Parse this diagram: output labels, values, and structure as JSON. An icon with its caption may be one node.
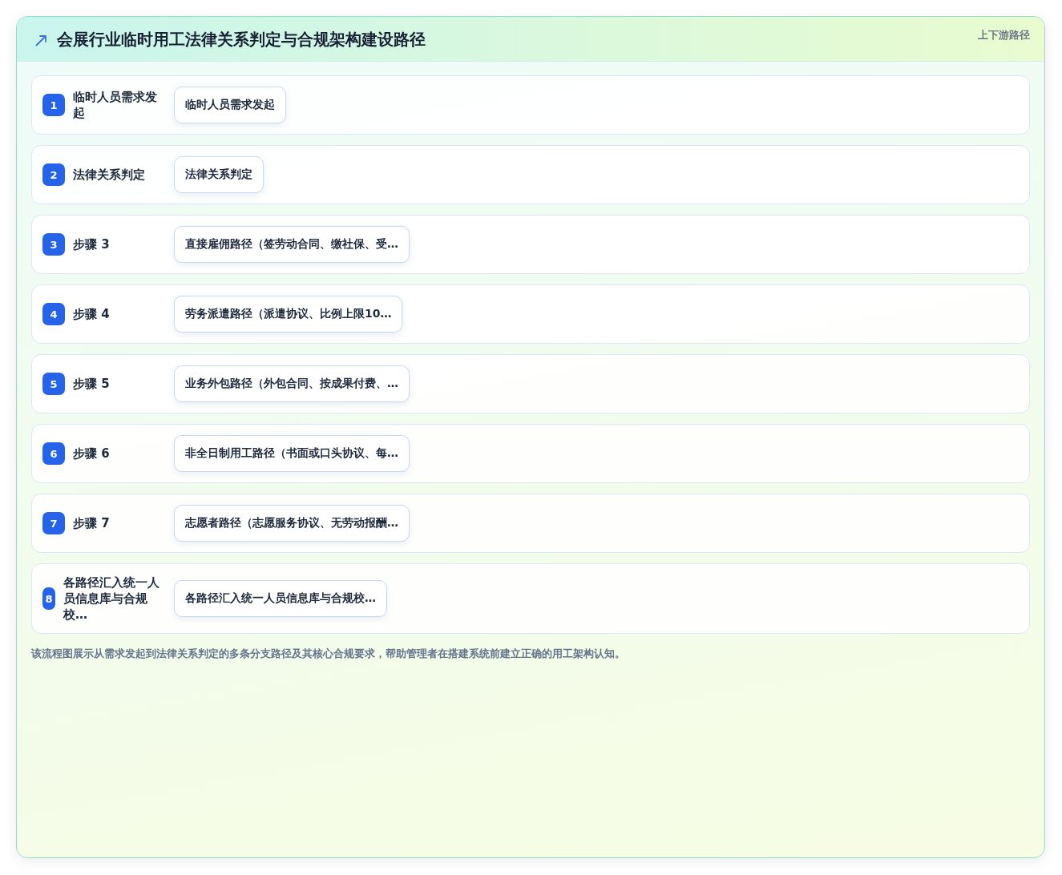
{
  "diagram": {
    "title": "会展行业临时用工法律关系判定与合规架构建设路径",
    "caption": "该流程图展示从需求发起到法律关系判定的多条分支路径及其核心合规要求，帮助管理者在搭建系统前建立正确的用工架构认知。",
    "nodes": [
      {
        "text": [
          "临时人员需求发起"
        ]
      },
      {
        "text": [
          "1"
        ],
        "in": 0
      },
      {
        "text": [
          "临时人员需求发起"
        ],
        "in": 0
      },
      {
        "text": [
          "法律关系判定"
        ]
      },
      {
        "text": [
          "2"
        ],
        "in": 3
      },
      {
        "text": [
          "法律关系判定"
        ],
        "in": 3
      },
      {
        "text": [
          "步骤 3"
        ]
      },
      {
        "text": [
          "3"
        ],
        "in": 6
      },
      {
        "text": [
          "直接雇佣路径（签劳动合同、缴社保、受…"
        ],
        "in": 6
      },
      {
        "text": [
          "步骤 4"
        ]
      },
      {
        "text": [
          "4"
        ],
        "in": 9
      },
      {
        "text": [
          "劳务派遣路径（派遣协议、比例上限10…"
        ],
        "in": 9
      },
      {
        "text": [
          "步骤 5"
        ]
      },
      {
        "text": [
          "5"
        ],
        "in": 12
      },
      {
        "text": [
          "业务外包路径（外包合同、按成果付费、…"
        ],
        "in": 12
      },
      {
        "text": [
          "步骤 6"
        ]
      },
      {
        "text": [
          "6"
        ],
        "in": 15
      },
      {
        "text": [
          "非全日制用工路径（书面或口头协议、每…"
        ],
        "in": 15
      },
      {
        "text": [
          "步骤 7"
        ]
      },
      {
        "text": [
          "7"
        ],
        "in": 18
      },
      {
        "text": [
          "志愿者路径（志愿服务协议、无劳动报酬…"
        ],
        "in": 18
      },
      {
        "text": [
          "各路径汇入统一人员信息库与合规校…"
        ]
      },
      {
        "text": [
          "8"
        ],
        "in": 21
      },
      {
        "text": [
          "各路径汇入统一人员信息库与合规校…"
        ],
        "in": 21
      }
    ],
    "labels": [
      "上下游路径"
    ]
  }
}
